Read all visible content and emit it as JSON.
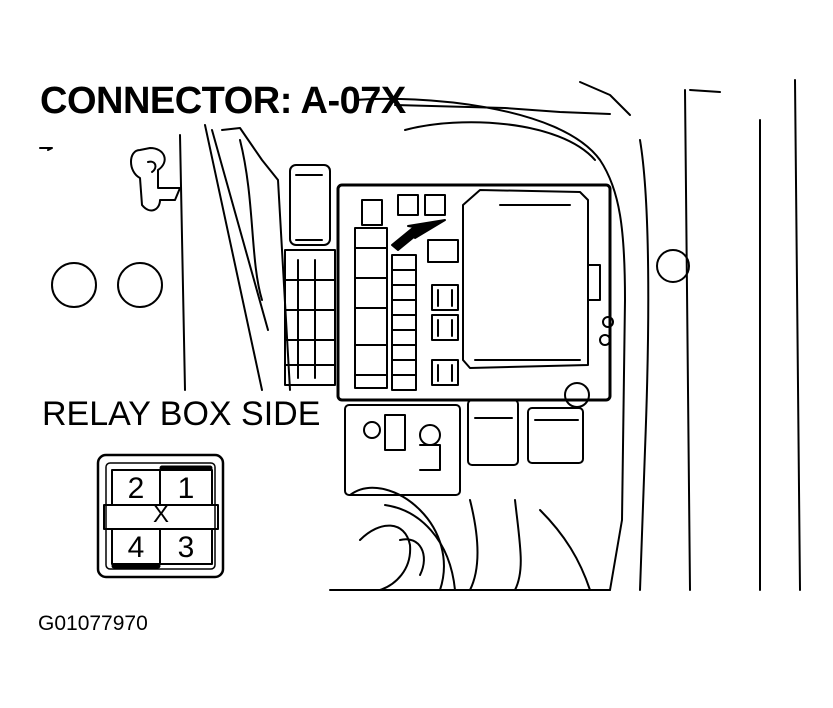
{
  "header": {
    "title": "CONNECTOR: A-07X"
  },
  "view": {
    "label": "RELAY BOX SIDE"
  },
  "connector_face": {
    "pins": [
      {
        "id": "pin-2",
        "label": "2"
      },
      {
        "id": "pin-1",
        "label": "1"
      },
      {
        "id": "pin-4",
        "label": "4"
      },
      {
        "id": "pin-3",
        "label": "3"
      }
    ],
    "unused_marker": "X"
  },
  "figure": {
    "id": "G01077970"
  },
  "style": {
    "line_color": "#000000",
    "background": "#ffffff"
  }
}
